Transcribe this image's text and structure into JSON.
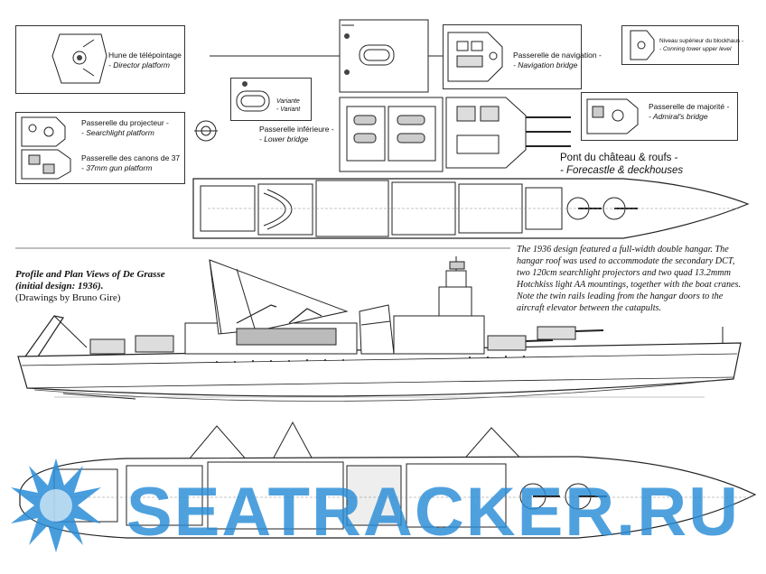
{
  "labels": {
    "director": {
      "fr": "Hune de télépointage",
      "en": "- Director platform"
    },
    "variant": {
      "fr": "Variante",
      "en": "- Variant"
    },
    "lower_bridge": {
      "fr": "Passerelle inférieure -",
      "en": "- Lower bridge"
    },
    "nav_bridge": {
      "fr": "Passerelle de navigation -",
      "en": "- Navigation bridge"
    },
    "blockhaus": {
      "fr": "Niveau supérieur du blockhaus -",
      "en": "- Conning tower upper level"
    },
    "searchlight": {
      "fr": "Passerelle du projecteur -",
      "en": "- Searchlight platform"
    },
    "gun37": {
      "fr": "Passerelle des canons de 37",
      "en": "- 37mm gun platform"
    },
    "admiral": {
      "fr": "Passerelle de majorité -",
      "en": "- Admiral's bridge"
    },
    "forecastle": {
      "fr": "Pont du château & roufs -",
      "en": "- Forecastle & deckhouses"
    }
  },
  "caption": {
    "title_line1": "Profile and Plan Views of De Grasse",
    "title_line2": "(initial design: 1936).",
    "credit": "(Drawings by Bruno Gire)"
  },
  "description": "The 1936 design featured a full-width double hangar. The hangar roof was used to accommodate the secondary DCT, two 120cm searchlight projectors and two quad 13.2mmm Hotchkiss light AA mountings, together with the boat cranes. Note the twin rails leading from the hangar doors to the aircraft elevator between the catapults.",
  "watermark": "SEATRACKER.RU",
  "colors": {
    "watermark": "#2a8fd6",
    "ink": "#111111"
  }
}
